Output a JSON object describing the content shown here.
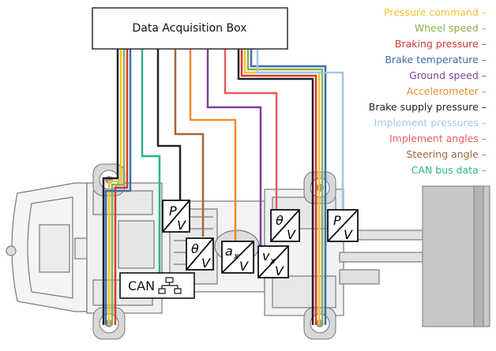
{
  "box": {
    "label": "Data Acquisition Box"
  },
  "legend": [
    {
      "label": "Pressure command –",
      "color": "#f2c230"
    },
    {
      "label": "Wheel speed –",
      "color": "#8ab14a"
    },
    {
      "label": "Braking pressure –",
      "color": "#d23a32"
    },
    {
      "label": "Brake temperature –",
      "color": "#3d6ea8"
    },
    {
      "label": "Ground speed –",
      "color": "#7f3f98"
    },
    {
      "label": "Accelerometer –",
      "color": "#f08a2c"
    },
    {
      "label": "Brake supply pressure –",
      "color": "#222222"
    },
    {
      "label": "Implement pressures –",
      "color": "#9ec9e6"
    },
    {
      "label": "Implement angles –",
      "color": "#ea5b5b"
    },
    {
      "label": "Steering angle –",
      "color": "#a0673a"
    },
    {
      "label": "CAN bus data –",
      "color": "#2bb38e"
    }
  ],
  "sensors": {
    "pressure1": {
      "top": "P",
      "bottom": "V"
    },
    "angle1": {
      "top": "θ",
      "bottom": "V"
    },
    "accel": {
      "top": "a",
      "sub": "x",
      "bottom": "V"
    },
    "speed": {
      "top": "v",
      "sub": "x",
      "bottom": "V"
    },
    "angle2": {
      "top": "θ",
      "bottom": "V"
    },
    "pressure2": {
      "top": "P",
      "bottom": "V"
    }
  },
  "can": {
    "label": "CAN",
    "icon": "network-icon"
  }
}
